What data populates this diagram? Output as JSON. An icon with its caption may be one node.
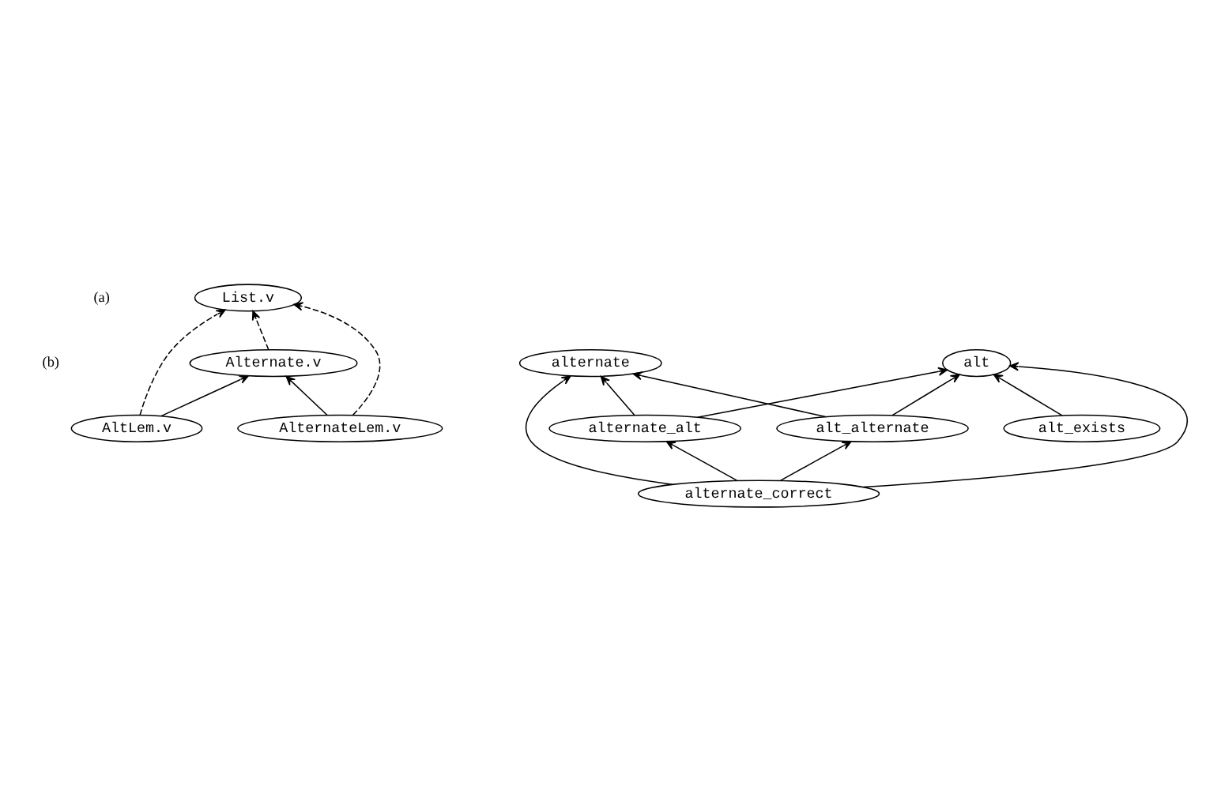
{
  "diagram": {
    "nodes": [
      {
        "text": [
          "List.v"
        ]
      },
      {
        "text": [
          "Alternate.v"
        ]
      },
      {
        "text": [
          "AltLem.v"
        ]
      },
      {
        "text": [
          "AlternateLem.v"
        ]
      },
      {
        "text": [
          "alternate"
        ]
      },
      {
        "text": [
          "alt"
        ]
      },
      {
        "text": [
          "alt_alternate"
        ]
      },
      {
        "text": [
          "alternate_alt"
        ]
      },
      {
        "text": [
          "alternate_correct"
        ]
      },
      {
        "text": [
          "alt_exists"
        ]
      }
    ],
    "edges": [
      {
        "from": 1,
        "to": 0,
        "arrow": "to",
        "style": "dashed"
      },
      {
        "from": 2,
        "to": 0,
        "arrow": "to",
        "style": "dashed"
      },
      {
        "from": 3,
        "to": 0,
        "arrow": "to",
        "style": "dashed"
      },
      {
        "from": 2,
        "to": 1,
        "arrow": "to"
      },
      {
        "from": 3,
        "to": 1,
        "arrow": "to"
      },
      {
        "from": 6,
        "to": 4,
        "arrow": "to"
      },
      {
        "from": 6,
        "to": 5,
        "arrow": "to"
      },
      {
        "from": 7,
        "to": 4,
        "arrow": "to"
      },
      {
        "from": 7,
        "to": 5,
        "arrow": "to"
      },
      {
        "from": 8,
        "to": 4,
        "arrow": "to"
      },
      {
        "from": 8,
        "to": 6,
        "arrow": "to"
      },
      {
        "from": 8,
        "to": 5,
        "arrow": "to"
      },
      {
        "from": 8,
        "to": 7,
        "arrow": "to"
      },
      {
        "from": 9,
        "to": 5,
        "arrow": "to"
      }
    ],
    "labels": [
      "(a)",
      "(b)"
    ]
  }
}
